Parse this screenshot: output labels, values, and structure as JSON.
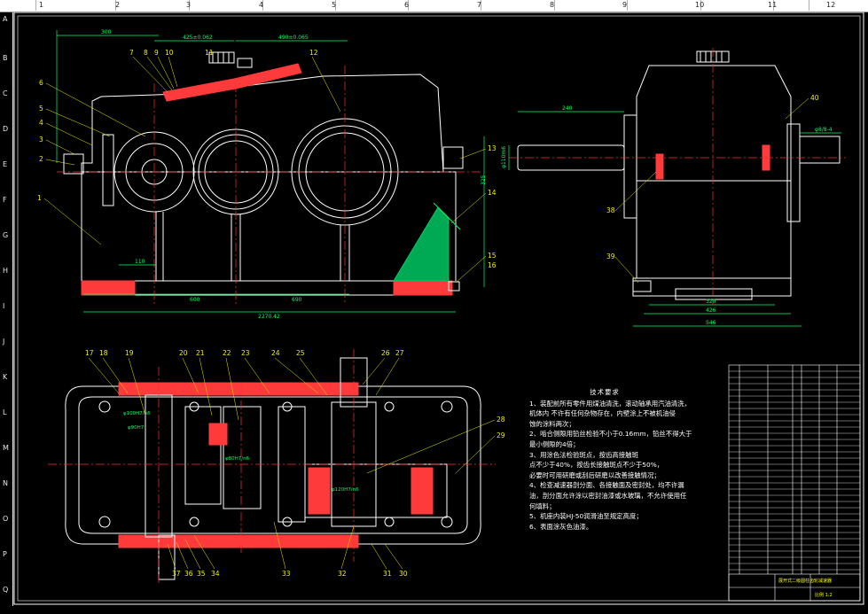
{
  "window": {
    "top_ruler_numbers": [
      "1",
      "2",
      "3",
      "4",
      "5",
      "6",
      "7",
      "8",
      "9",
      "10",
      "11",
      "12"
    ],
    "left_ruler_letters": [
      "A",
      "B",
      "C",
      "D",
      "E",
      "F",
      "G",
      "H",
      "I",
      "J",
      "K",
      "L",
      "M",
      "N",
      "O",
      "P",
      "Q"
    ]
  },
  "colors": {
    "background": "#000000",
    "outline": "#ffffff",
    "centerline": "#ff3030",
    "dimension": "#00ff66",
    "part_number": "#f0f000",
    "section_fill": "#ff3a3a",
    "oil_fill": "#00cc66"
  },
  "front_view": {
    "dimensions": [
      "300",
      "425±0.062",
      "490±0.065",
      "110",
      "325",
      "600",
      "690",
      "2270.42"
    ],
    "callouts": [
      "1",
      "2",
      "3",
      "4",
      "5",
      "6",
      "7",
      "8",
      "9",
      "10",
      "11",
      "12",
      "13",
      "14",
      "15",
      "16"
    ]
  },
  "side_view": {
    "dimensions": [
      "240",
      "φ110m6",
      "φ8/8-4",
      "320",
      "426",
      "546"
    ],
    "callouts": [
      "38",
      "39",
      "40"
    ]
  },
  "top_view": {
    "callouts": [
      "17",
      "18",
      "19",
      "20",
      "21",
      "22",
      "23",
      "24",
      "25",
      "26",
      "27",
      "28",
      "29",
      "30",
      "31",
      "32",
      "33",
      "34",
      "35",
      "36",
      "37"
    ],
    "fit_labels": [
      "φ100H7/n6",
      "φ80H7/n6",
      "φ120H7/n6",
      "φ90H7"
    ]
  },
  "technical_requirements": {
    "title": "技术要求",
    "lines": [
      "1、装配前所有零件用煤油清洗，滚动轴承用汽油清洗，",
      "机体内    不许有任何杂物存在，内壁涂上不被机油侵",
      "蚀的涂料两次；",
      "2、啮合侧隙用铅丝检验不小于0.16mm，铅丝不得大于",
      "最小侧隙的4倍；",
      "3、用涂色法检验斑点，按齿高接触斑",
      "点不少于40%，按齿长接触斑点不少于50%，",
      "必要时可用研磨或刮后研磨以改善接触情况；",
      "4、检查减速器剖分面、各接触面及密封处，均不许漏",
      "油，剖分面允许涂以密封油漆或水玻璃，不允许使用任",
      "何填料；",
      "5、机座内装HJ-50润滑油至规定高度；",
      "6、表面涂灰色油漆。"
    ]
  },
  "title_block": {
    "name": "展开式二级圆柱齿轮减速器",
    "scale": "比例 1:2"
  }
}
